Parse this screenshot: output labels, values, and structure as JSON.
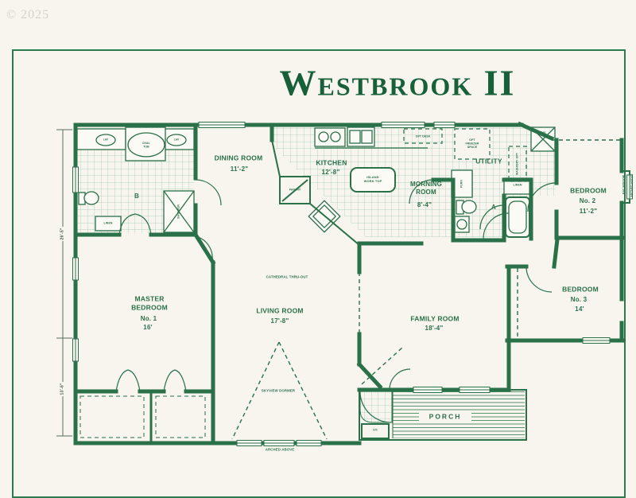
{
  "watermark": "© 2025",
  "title": "Westbrook II",
  "rooms": {
    "master": {
      "name": "MASTER BEDROOM",
      "no": "No. 1",
      "size": "16'"
    },
    "living": {
      "name": "LIVING ROOM",
      "size": "17'-8\""
    },
    "dining": {
      "name": "DINING ROOM",
      "size": "11'-2\""
    },
    "kitchen": {
      "name": "KITCHEN",
      "size": "12'-8\""
    },
    "morning": {
      "name": "MORNING ROOM",
      "size": "8'-4\""
    },
    "family": {
      "name": "FAMILY ROOM",
      "size": "18'-4\""
    },
    "bedroom2": {
      "name": "BEDROOM",
      "no": "No. 2",
      "size": "11'-2\""
    },
    "bedroom3": {
      "name": "BEDROOM",
      "no": "No. 3",
      "size": "14'"
    },
    "utility": {
      "name": "UTILITY"
    },
    "porch": {
      "name": "PORCH"
    }
  },
  "labels": {
    "oval_tub": "OVAL TUB",
    "lav": "LAV",
    "bath_b": "B",
    "bath_a": "A",
    "shower": "SHOWER",
    "linen": "LINEN",
    "pantry": "PANTRY",
    "island": "ISLAND WORK TOP",
    "opt_desk": "OPT DESK",
    "opt_freezer": "OPT FREEZER SPACE",
    "wash_dry": "WASH/DRY OPT",
    "furnace": "FURN",
    "water_heater": "W.H.",
    "cathedral": "CATHEDRAL THRU-OUT",
    "skyview": "SKYVIEW DORMER",
    "arched_above": "ARCHED ABOVE",
    "bay_window": "BAY WINDOW",
    "step": "O/C"
  },
  "dimensions": {
    "left_upper": "26'-5\"",
    "left_lower": "13'-6\""
  },
  "colors": {
    "wall_green": "#2a7048",
    "title_green": "#18603a",
    "tile_green": "#b7d2c2",
    "paper": "#f7f5ee"
  }
}
